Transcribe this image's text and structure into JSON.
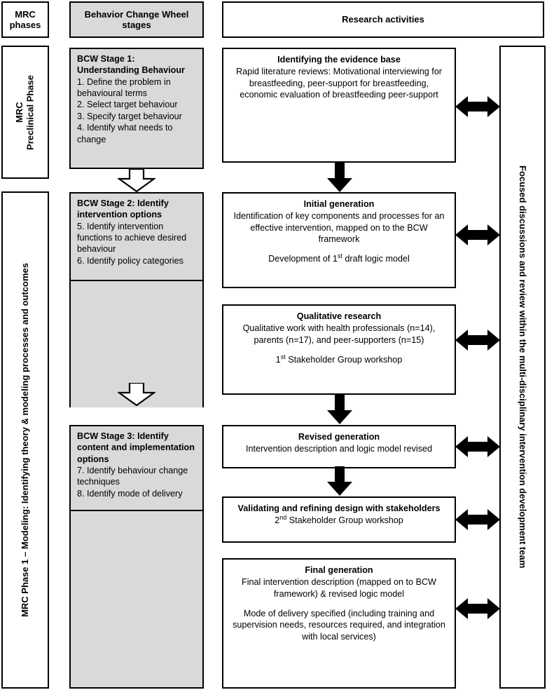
{
  "headers": {
    "mrc_phases": "MRC phases",
    "bcw_stages": "Behavior Change Wheel stages",
    "research_activities": "Research activities"
  },
  "phases": {
    "preclinical": "MRC\nPreclinical Phase",
    "phase1": "MRC Phase 1 – Modeling: Identifying theory & modeling processes and outcomes"
  },
  "side_panel": {
    "label": "Focused discussions and review within the multi-disciplinary intervention development team"
  },
  "bcw_stages": [
    {
      "id": "stage-1",
      "title": "BCW Stage 1: Understanding Behaviour",
      "items": [
        "1. Define the problem in behavioural terms",
        "2. Select target behaviour",
        "3. Specify target behaviour",
        "4. Identify what needs to change"
      ]
    },
    {
      "id": "stage-2",
      "title": "BCW Stage 2: Identify intervention options",
      "items": [
        "5. Identify intervention functions to achieve desired behaviour",
        "6. Identify policy categories"
      ]
    },
    {
      "id": "stage-3",
      "title": "BCW Stage 3: Identify content and implementation options",
      "items": [
        "7. Identify behaviour change techniques",
        "8. Identify mode of delivery"
      ]
    }
  ],
  "activities": [
    {
      "id": "evidence-base",
      "title": "Identifying the evidence base",
      "paragraphs": [
        "Rapid literature reviews: Motivational interviewing for breastfeeding, peer-support for breastfeeding, economic evaluation of breastfeeding peer-support"
      ]
    },
    {
      "id": "initial-generation",
      "title": "Initial generation",
      "paragraphs": [
        "Identification of key components and processes for an effective intervention, mapped on to the BCW framework",
        "Development of 1st draft logic model"
      ]
    },
    {
      "id": "qualitative-research",
      "title": "Qualitative research",
      "paragraphs": [
        "Qualitative work with health professionals (n=14), parents (n=17), and peer-supporters (n=15)",
        "1st Stakeholder Group workshop"
      ]
    },
    {
      "id": "revised-generation",
      "title": "Revised generation",
      "paragraphs": [
        "Intervention description and logic model revised"
      ]
    },
    {
      "id": "validating-refining",
      "title": "Validating and refining design with stakeholders",
      "paragraphs": [
        "2nd Stakeholder Group workshop"
      ]
    },
    {
      "id": "final-generation",
      "title": "Final generation",
      "paragraphs": [
        "Final intervention description (mapped on to BCW framework) & revised logic model",
        "Mode of delivery specified (including training and supervision needs, resources required, and integration with local services)"
      ]
    }
  ],
  "colors": {
    "stage_fill": "#d9d9d9",
    "line": "#000000",
    "background": "#ffffff"
  }
}
